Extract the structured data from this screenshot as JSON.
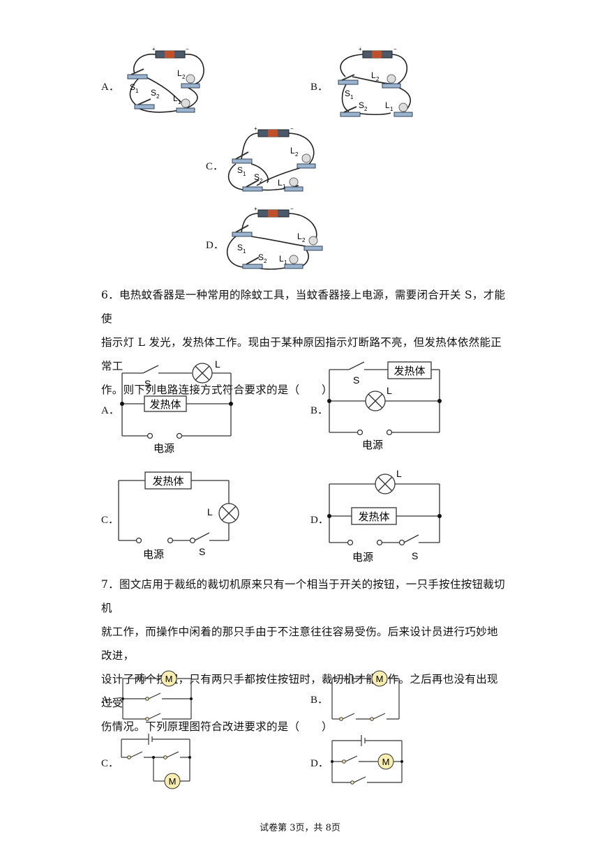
{
  "q5": {
    "options": [
      {
        "label": "A．"
      },
      {
        "label": "B．"
      },
      {
        "label": "C．"
      },
      {
        "label": "D．"
      }
    ],
    "symbols": {
      "l1": "L",
      "l1_sub": "1",
      "l2": "L",
      "l2_sub": "2",
      "s1": "S",
      "s1_sub": "1",
      "s2": "S",
      "s2_sub": "2"
    }
  },
  "q6": {
    "text_line1": "6．电热蚊香器是一种常用的除蚊工具，当蚊香器接上电源，需要闭合开关 S，才能使",
    "text_line2": "指示灯 L 发光，发热体工作。现由于某种原因指示灯断路不亮，但发热体依然能正常工",
    "text_line3": "作。则下列电路连接方式符合要求的是（　　）",
    "options": [
      {
        "label": "A．"
      },
      {
        "label": "B．"
      },
      {
        "label": "C．"
      },
      {
        "label": "D．"
      }
    ],
    "heater": "发热体",
    "power": "电源",
    "lamp": "L",
    "switch": "S"
  },
  "q7": {
    "text_line1": "7．图文店用于裁纸的裁切机原来只有一个相当于开关的按钮，一只手按住按钮裁切机",
    "text_line2": "就工作，而操作中闲着的那只手由于不注意往往容易受伤。后来设计员进行巧妙地改进，",
    "text_line3": "设计了两个按钮，只有两只手都按住按钮时，裁切机才能工作。之后再也没有出现过受",
    "text_line4": "伤情况。下列原理图符合改进要求的是（　　）",
    "options": [
      {
        "label": "A．"
      },
      {
        "label": "B．"
      },
      {
        "label": "C．"
      },
      {
        "label": "D．"
      }
    ],
    "motor": "M"
  },
  "footer": {
    "text": "试卷第 3页，共 8页"
  }
}
